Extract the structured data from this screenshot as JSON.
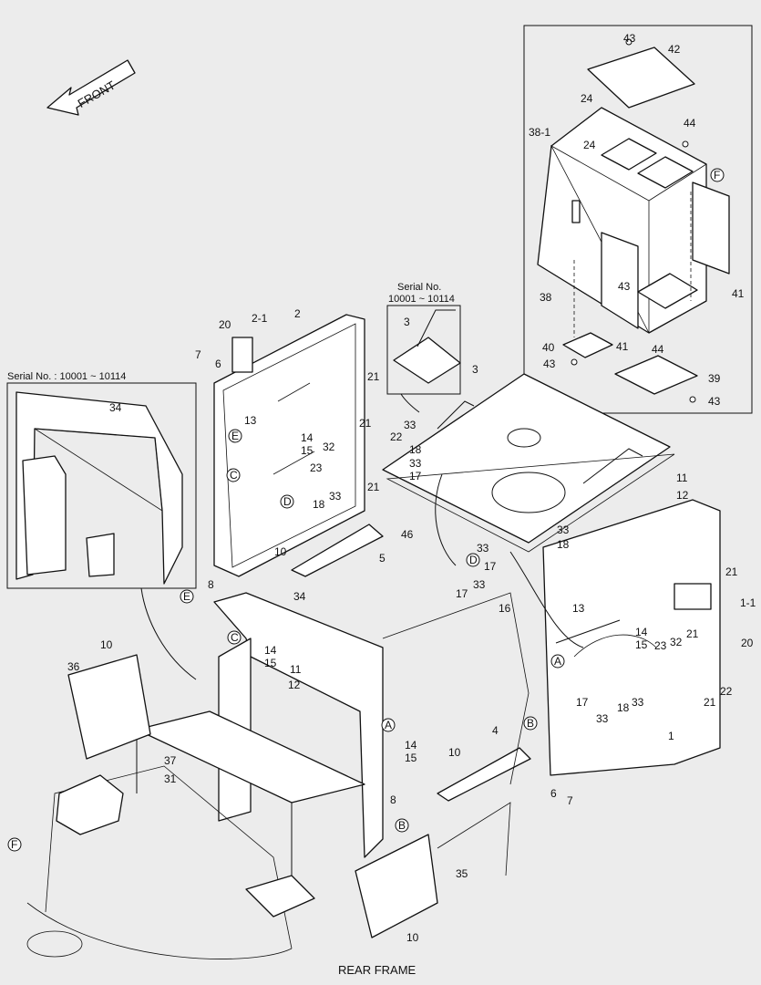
{
  "direction_label": "FRONT",
  "footer_label": "REAR FRAME",
  "inset_left": {
    "caption": "Serial No. : 10001 ~ 10114",
    "part": "34"
  },
  "inset_mid": {
    "caption_line1": "Serial No.",
    "caption_line2": "10001 ~ 10114",
    "part": "3"
  },
  "callout_letters": [
    "A",
    "B",
    "C",
    "D",
    "E",
    "F"
  ],
  "part_numbers": {
    "p20a": "20",
    "p2_1": "2-1",
    "p2": "2",
    "p7a": "7",
    "p6a": "6",
    "p21a": "21",
    "p13a": "13",
    "p14a": "14",
    "p15a": "15",
    "p32a": "32",
    "p21b": "21",
    "p22a": "22",
    "p23a": "23",
    "p33a": "33",
    "p18a": "18",
    "p21c": "21",
    "p10a": "10",
    "p5": "5",
    "p3": "3",
    "p33b": "33",
    "p18b": "18",
    "p33c": "33",
    "p17a": "17",
    "p11a": "11",
    "p12a": "12",
    "p46": "46",
    "p33d": "33",
    "p33e": "33",
    "p18c": "18",
    "p17b": "17",
    "p33f": "33",
    "p17c": "17",
    "p21d": "21",
    "p16": "16",
    "p1_1": "1-1",
    "p13b": "13",
    "p14b": "14",
    "p15b": "15",
    "p23b": "23",
    "p32b": "32",
    "p21e": "21",
    "p20b": "20",
    "p22b": "22",
    "p21f": "21",
    "p17d": "17",
    "p33g": "33",
    "p18d": "18",
    "p33h": "33",
    "p1": "1",
    "p6b": "6",
    "p7b": "7",
    "p8a": "8",
    "p34": "34",
    "p14c": "14",
    "p15c": "15",
    "p11b": "11",
    "p12b": "12",
    "p10b": "10",
    "p36": "36",
    "p37": "37",
    "p31": "31",
    "p14d": "14",
    "p15d": "15",
    "p10c": "10",
    "p4": "4",
    "p8b": "8",
    "p35": "35",
    "p10d": "10",
    "p43a": "43",
    "p42": "42",
    "p24a": "24",
    "p38_1": "38-1",
    "p24b": "24",
    "p44a": "44",
    "p38": "38",
    "p43b": "43",
    "p41a": "41",
    "p40": "40",
    "p43c": "43",
    "p41b": "41",
    "p44b": "44",
    "p39": "39",
    "p43d": "43"
  }
}
